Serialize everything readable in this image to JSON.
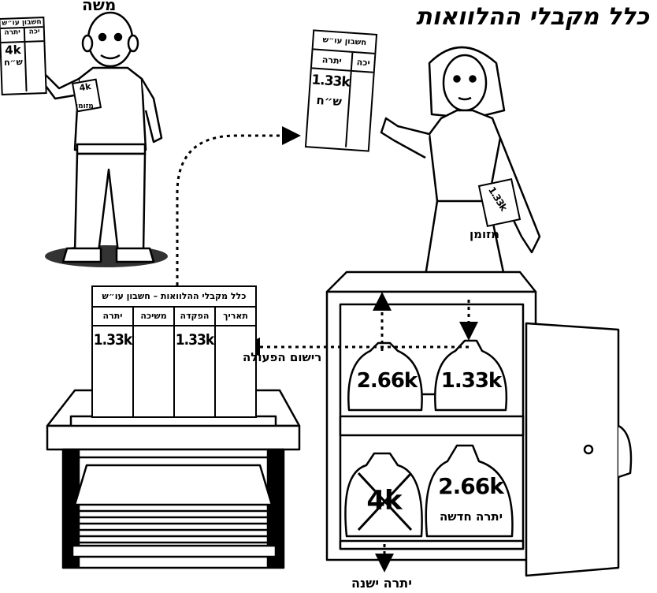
{
  "title": "כלל מקבלי ההלוואות",
  "moshe": {
    "name": "משה",
    "sheet": {
      "header": "חשבון עו״ש",
      "col_left": "יתרה",
      "col_right": "יכה",
      "amount": "4k",
      "currency": "ש״ח"
    },
    "cash_bundle": {
      "amount": "4k",
      "label": "מזומן"
    }
  },
  "woman": {
    "sheet": {
      "header": "חשבון עו״ש",
      "col_left": "יתרה",
      "col_right": "יכה",
      "amount": "1.33k",
      "currency": "ש״ח"
    },
    "cash_bundle": {
      "amount": "1.33k",
      "label": "מזומן"
    }
  },
  "ledger": {
    "header": "כלל מקבלי ההלוואות – חשבון עו״ש",
    "columns": [
      "תאריך",
      "הפקדה",
      "משיכה",
      "יתרה"
    ],
    "values": [
      "",
      "1.33k",
      "",
      "1.33k"
    ]
  },
  "record_label": "רישום הפעולה",
  "safe": {
    "bags": [
      {
        "amount": "2.66k",
        "shelf": "top",
        "side": "left"
      },
      {
        "amount": "1.33k",
        "shelf": "top",
        "side": "right"
      },
      {
        "amount": "4k",
        "shelf": "bottom",
        "side": "left",
        "crossed": true
      },
      {
        "amount": "2.66k",
        "shelf": "bottom",
        "side": "right",
        "caption": "יתרה חדשה"
      }
    ],
    "old_balance_label": "יתרה ישנה"
  }
}
